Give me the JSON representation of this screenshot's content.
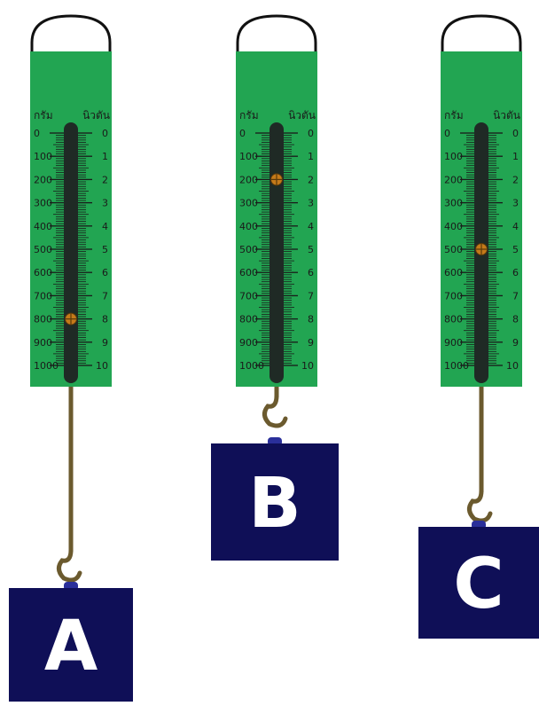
{
  "scale": {
    "unit_left": "กรัม",
    "unit_right": "นิวตัน",
    "gram_labels": [
      "0",
      "100",
      "200",
      "300",
      "400",
      "500",
      "600",
      "700",
      "800",
      "900",
      "1000"
    ],
    "newton_labels": [
      "0",
      "1",
      "2",
      "3",
      "4",
      "5",
      "6",
      "7",
      "8",
      "9",
      "10"
    ]
  },
  "spring_scales": [
    {
      "label": "A",
      "reading_newton": 8
    },
    {
      "label": "B",
      "reading_newton": 2
    },
    {
      "label": "C",
      "reading_newton": 5
    }
  ],
  "colors": {
    "body": "#22a552",
    "slot": "#1f2a25",
    "weight": "#0f0f57",
    "rod": "#6b5a2e",
    "hanger": "#111111",
    "indicator": "#c47a1a"
  }
}
